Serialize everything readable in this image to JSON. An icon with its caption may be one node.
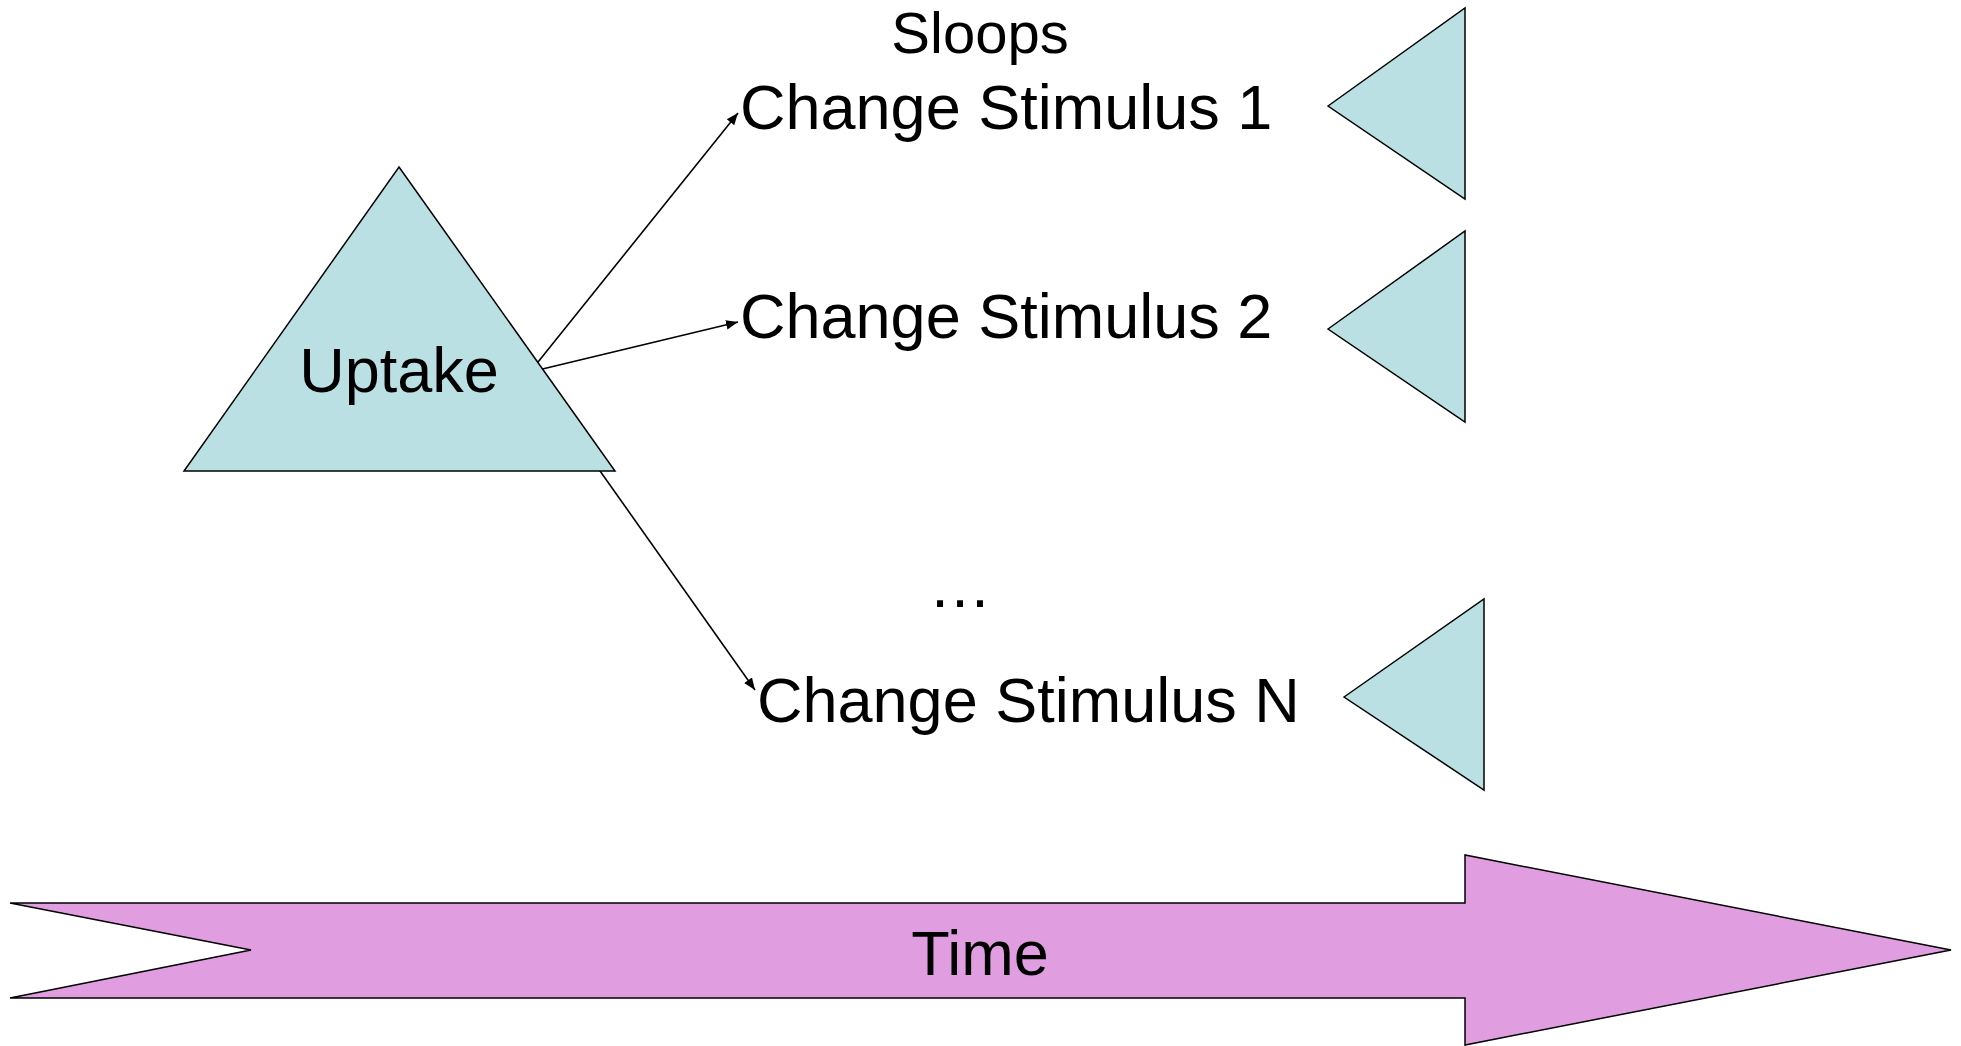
{
  "diagram": {
    "title": "Sloops",
    "nodes": [
      {
        "text": [
          "Uptake"
        ]
      },
      {
        "text": [
          "Change Stimulus 1"
        ]
      },
      {
        "text": [],
        "shape": "triangle"
      },
      {
        "text": [
          "Change Stimulus 2"
        ]
      },
      {
        "text": [],
        "shape": "triangle"
      },
      {
        "text": [
          "Change Stimulus N"
        ]
      },
      {
        "text": [],
        "shape": "triangle"
      },
      {
        "text": [
          "Time"
        ]
      }
    ],
    "edges": [
      {
        "from": 0,
        "to": 1,
        "arrow": "to"
      },
      {
        "from": 0,
        "to": 3,
        "arrow": "to"
      },
      {
        "from": 0,
        "to": 5,
        "arrow": "to"
      }
    ],
    "labels": [
      "…"
    ]
  }
}
